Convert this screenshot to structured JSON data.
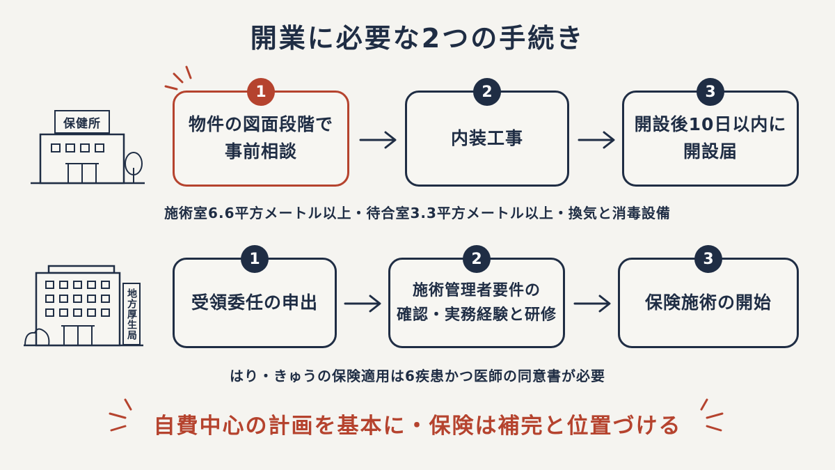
{
  "title": "開業に必要な2つの手続き",
  "row1": {
    "office_label": "保健所",
    "steps": [
      {
        "number": "1",
        "text": "物件の図面段階で\n事前相談"
      },
      {
        "number": "2",
        "text": "内装工事"
      },
      {
        "number": "3",
        "text": "開設後10日以内に\n開設届"
      }
    ],
    "note": "施術室6.6平方メートル以上・待合室3.3平方メートル以上・換気と消毒設備"
  },
  "row2": {
    "office_label": "地方厚生局",
    "steps": [
      {
        "number": "1",
        "text": "受領委任の申出"
      },
      {
        "number": "2",
        "text": "施術管理者要件の\n確認・実務経験と研修"
      },
      {
        "number": "3",
        "text": "保険施術の開始"
      }
    ],
    "note": "はり・きゅうの保険適用は6疾患かつ医師の同意書が必要"
  },
  "conclusion": "自費中心の計画を基本に・保険は補完と位置づける",
  "colors": {
    "navy": "#1f2d44",
    "accent": "#b5432e",
    "background": "#f5f4f0"
  }
}
